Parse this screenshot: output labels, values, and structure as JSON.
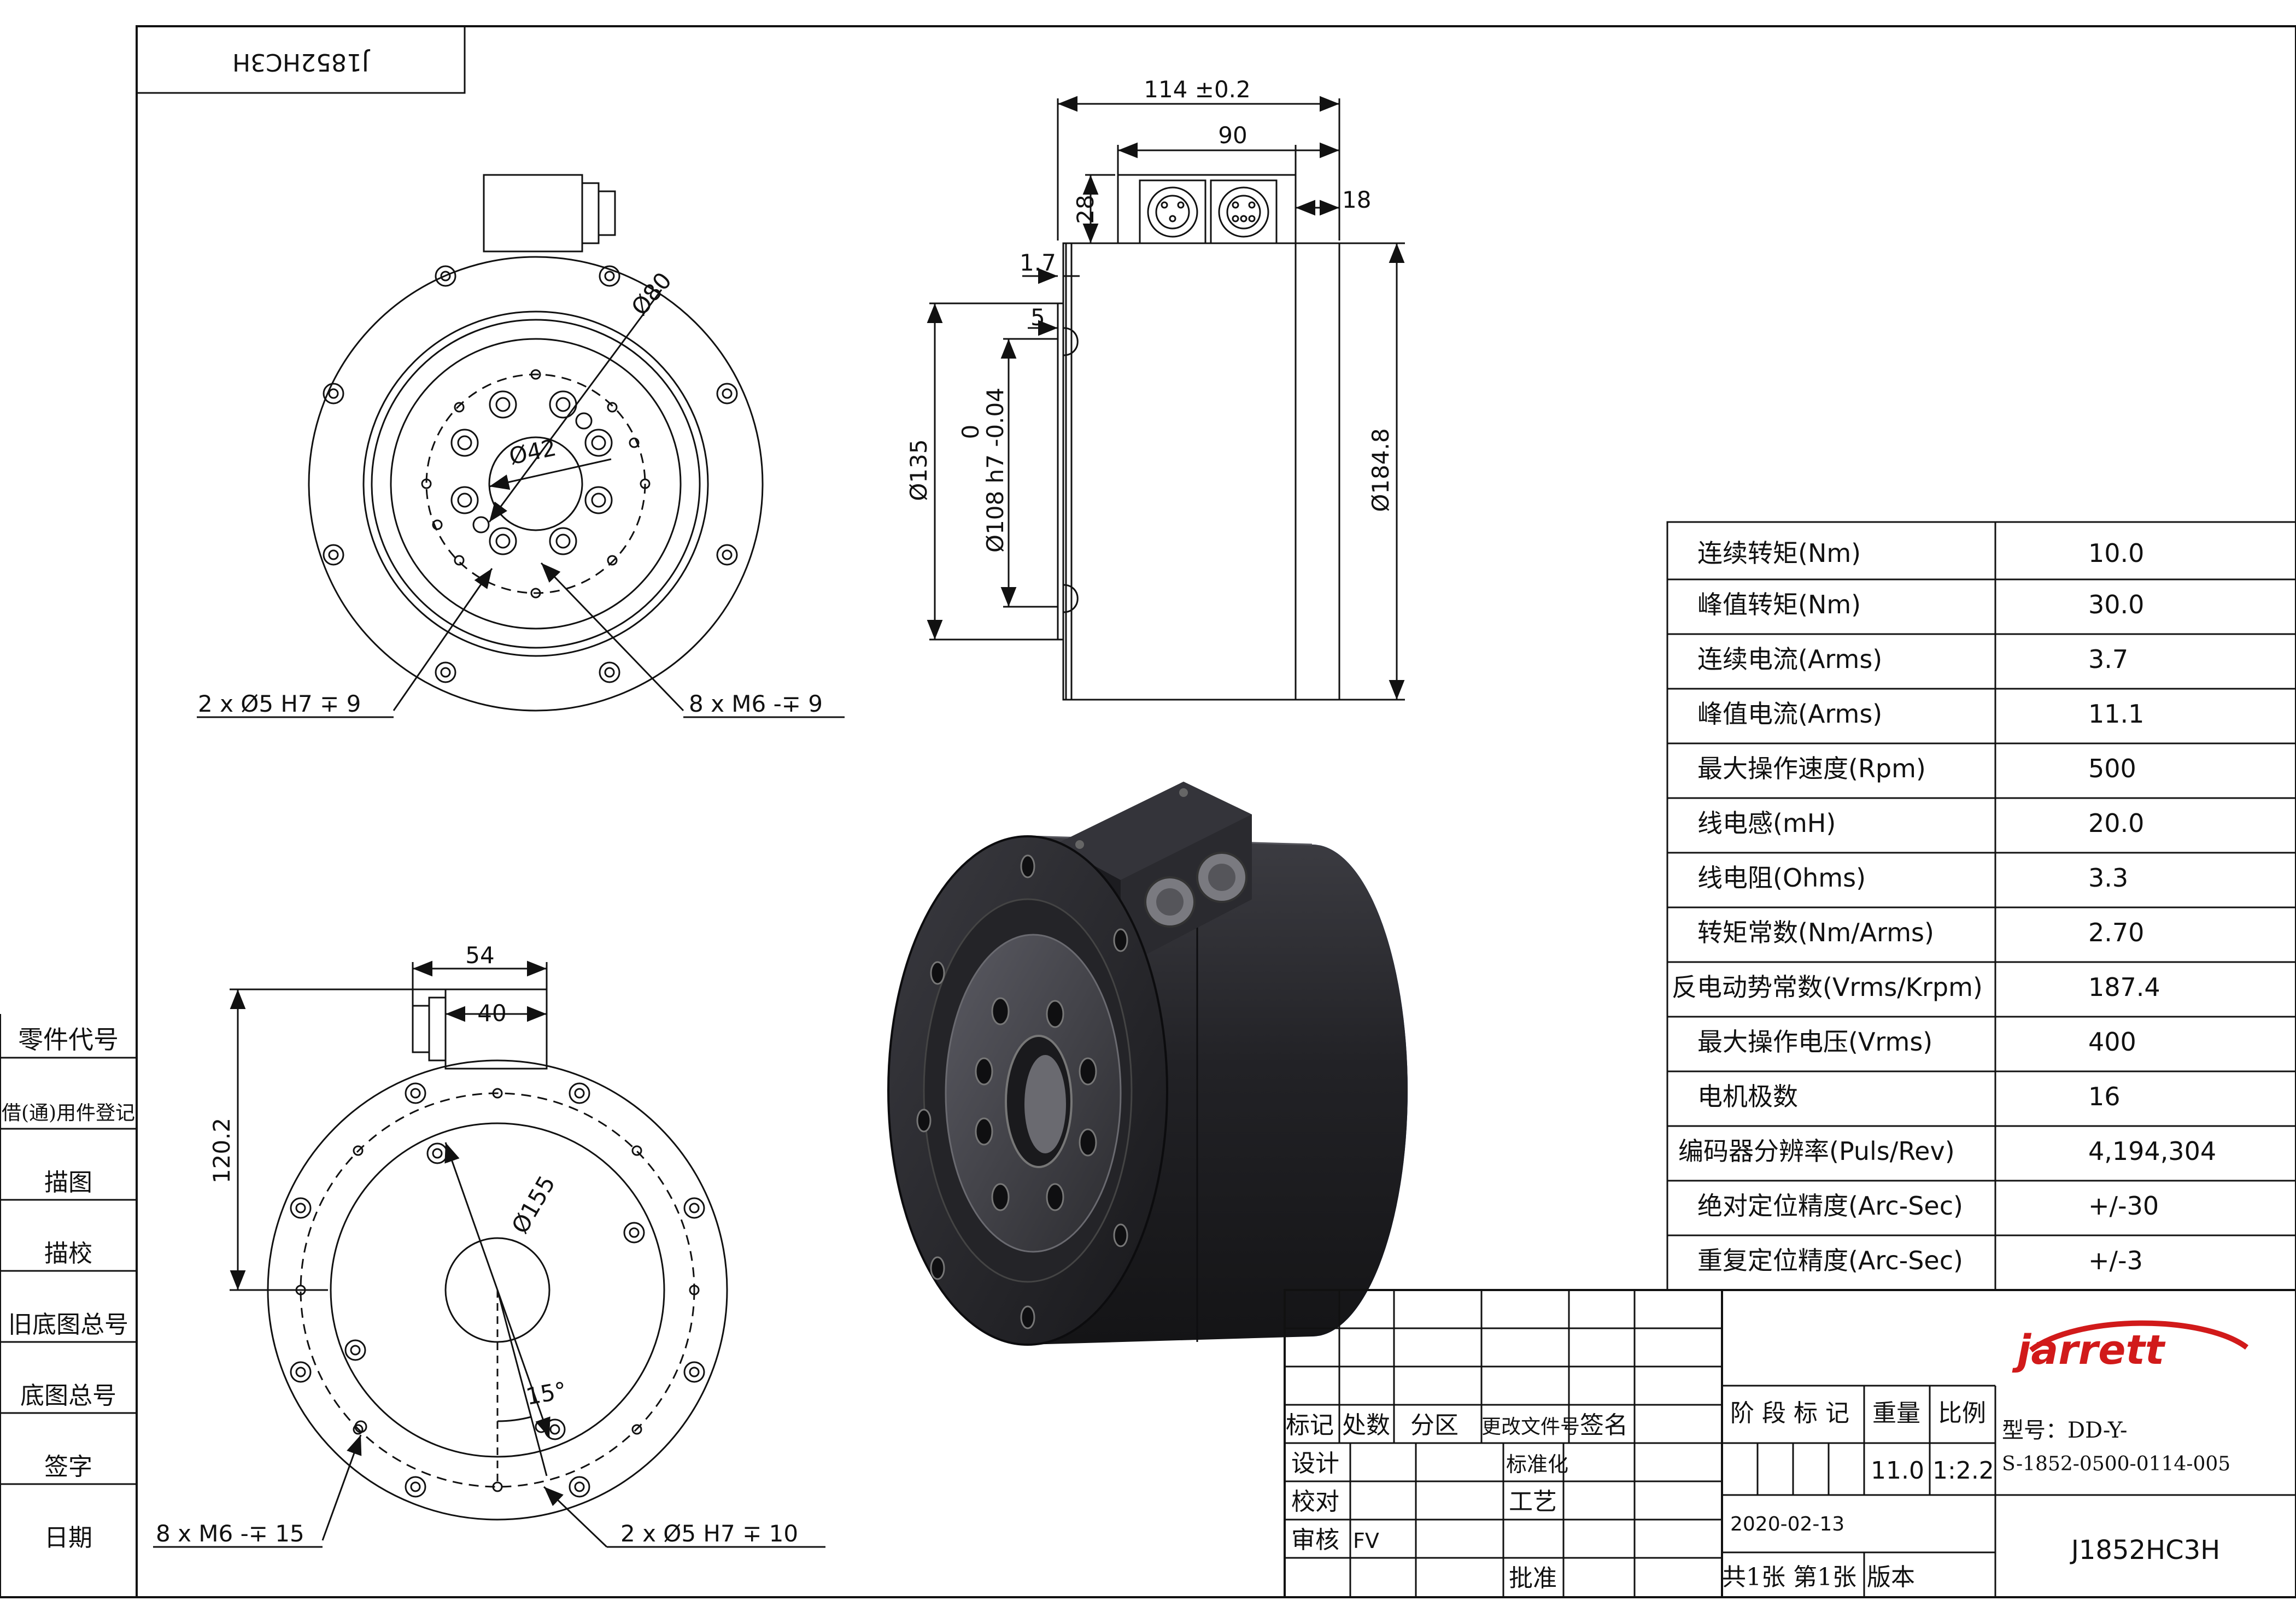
{
  "drawing": {
    "corner_label": "J1852HC3H",
    "top_view": {
      "dia_80": "Ø80",
      "dia_42": "Ø42",
      "note_pin": "2 x Ø5 H7 ∓ 9",
      "note_thread": "8 x M6 -∓ 9"
    },
    "side_view": {
      "dim_114": "114 ±0.2",
      "dim_90": "90",
      "dim_28": "28",
      "dim_18": "18",
      "dim_17": "1.7",
      "dim_5": "5",
      "dim_135": "Ø135",
      "dim_0": "0",
      "dim_108": "Ø108 h7 -0.04",
      "dim_1848": "Ø184.8"
    },
    "bottom_view": {
      "dim_54": "54",
      "dim_40": "40",
      "dim_1202": "120.2",
      "dia_155": "Ø155",
      "angle_15": "15°",
      "note_thread": "8 x M6 -∓ 15",
      "note_pin": "2 x Ø5 H7 ∓ 10"
    }
  },
  "left_margin": [
    "零件代号",
    "借(通)用件登记",
    "描图",
    "描校",
    "旧底图总号",
    "底图总号",
    "签字",
    "日期"
  ],
  "spec_table": [
    {
      "label": "连续转矩(Nm)",
      "value": "10.0"
    },
    {
      "label": "峰值转矩(Nm)",
      "value": "30.0"
    },
    {
      "label": "连续电流(Arms)",
      "value": "3.7"
    },
    {
      "label": "峰值电流(Arms)",
      "value": "11.1"
    },
    {
      "label": "最大操作速度(Rpm)",
      "value": "500"
    },
    {
      "label": "线电感(mH)",
      "value": "20.0"
    },
    {
      "label": "线电阻(Ohms)",
      "value": "3.3"
    },
    {
      "label": "转矩常数(Nm/Arms)",
      "value": "2.70"
    },
    {
      "label": "反电动势常数(Vrms/Krpm)",
      "value": "187.4"
    },
    {
      "label": "最大操作电压(Vrms)",
      "value": "400"
    },
    {
      "label": "电机极数",
      "value": "16"
    },
    {
      "label": "编码器分辨率(Puls/Rev)",
      "value": "4,194,304"
    },
    {
      "label": "绝对定位精度(Arc-Sec)",
      "value": "+/-30"
    },
    {
      "label": "重复定位精度(Arc-Sec)",
      "value": "+/-3"
    }
  ],
  "title_block": {
    "logo": "jarrett",
    "rev_headers": [
      "标记",
      "处数",
      "分区",
      "更改文件号",
      "签名"
    ],
    "design": "设计",
    "standardize": "标准化",
    "check": "校对",
    "process": "工艺",
    "review": "审核",
    "review_sign": "FV",
    "approve": "批准",
    "stage_mark": "阶 段 标 记",
    "weight_label": "重量",
    "scale_label": "比例",
    "weight": "11.0",
    "scale": "1:2.2",
    "model_line1": "型号：DD-Y-",
    "model_line2": "S-1852-0500-0114-005",
    "date": "2020-02-13",
    "sheets": "共1张 第1张",
    "version": "版本",
    "drawing_no": "J1852HC3H"
  },
  "colors": {
    "line": "#111111",
    "motor_body": "#2a2a2e",
    "motor_blue": "#1f3f9a"
  }
}
